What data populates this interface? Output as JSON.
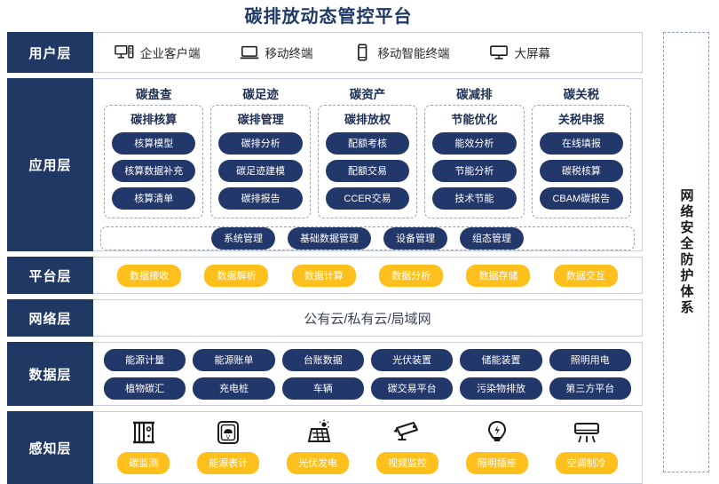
{
  "title": "碳排放动态管控平台",
  "security_column": {
    "label": "网络安全防护体系"
  },
  "layers": {
    "user": {
      "label": "用户层",
      "items": [
        {
          "icon": "desktop-tower-icon",
          "label": "企业客户端"
        },
        {
          "icon": "laptop-icon",
          "label": "移动终端"
        },
        {
          "icon": "smartphone-icon",
          "label": "移动智能终端"
        },
        {
          "icon": "monitor-icon",
          "label": "大屏幕"
        }
      ]
    },
    "application": {
      "label": "应用层",
      "groups": [
        {
          "title": "碳盘查",
          "subtitle": "碳排核算",
          "items": [
            "核算模型",
            "核算数据补充",
            "核算清单"
          ]
        },
        {
          "title": "碳足迹",
          "subtitle": "碳排管理",
          "items": [
            "碳排分析",
            "碳足迹建模",
            "碳排报告"
          ]
        },
        {
          "title": "碳资产",
          "subtitle": "碳排放权",
          "items": [
            "配额考核",
            "配额交易",
            "CCER交易"
          ]
        },
        {
          "title": "碳减排",
          "subtitle": "节能优化",
          "items": [
            "能效分析",
            "节能分析",
            "技术节能"
          ]
        },
        {
          "title": "碳关税",
          "subtitle": "关税申报",
          "items": [
            "在线填报",
            "碳税核算",
            "CBAM碳报告"
          ]
        }
      ],
      "common": [
        "系统管理",
        "基础数据管理",
        "设备管理",
        "组态管理"
      ]
    },
    "platform": {
      "label": "平台层",
      "items": [
        "数据接收",
        "数据解析",
        "数据计算",
        "数据分析",
        "数据存储",
        "数据交互"
      ]
    },
    "network": {
      "label": "网络层",
      "text": "公有云/私有云/局域网"
    },
    "data": {
      "label": "数据层",
      "rows": [
        [
          "能源计量",
          "能源账单",
          "台账数据",
          "光伏装置",
          "储能装置",
          "照明用电"
        ],
        [
          "植物碳汇",
          "充电桩",
          "车辆",
          "碳交易平台",
          "污染物排放",
          "第三方平台"
        ]
      ]
    },
    "sense": {
      "label": "感知层",
      "items": [
        {
          "icon": "gas-analyzer-icon",
          "label": "碳监测"
        },
        {
          "icon": "meter-gauge-icon",
          "label": "能源表计"
        },
        {
          "icon": "solar-panel-icon",
          "label": "光伏发电"
        },
        {
          "icon": "cctv-camera-icon",
          "label": "视频监控"
        },
        {
          "icon": "light-bulb-icon",
          "label": "照明插座"
        },
        {
          "icon": "air-conditioner-icon",
          "label": "空调制冷"
        }
      ]
    }
  },
  "colors": {
    "navy": "#203864",
    "pill_navy": "#23386a",
    "yellow": "#ffc01e",
    "title_blue": "#1f3864",
    "border_gray": "#c9cedd",
    "dash_gray": "#9aa2b5"
  }
}
